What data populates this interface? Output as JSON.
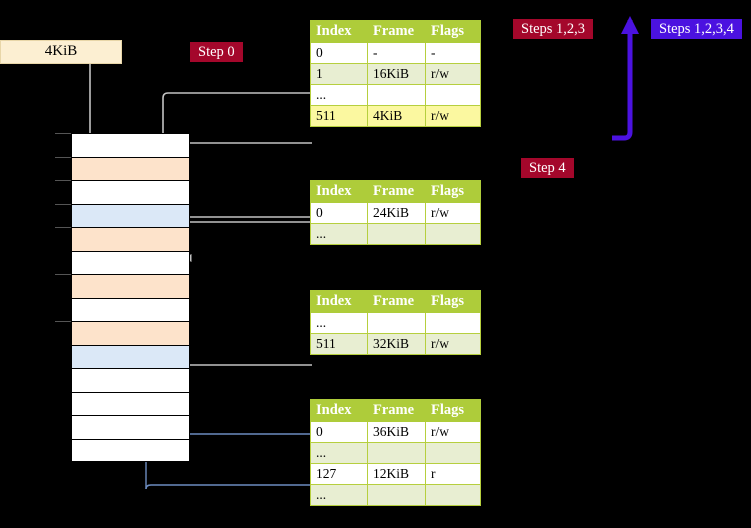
{
  "diagram": {
    "title_hidden": "",
    "size_box": {
      "label": "4KiB"
    },
    "badges": [
      {
        "name": "step-0",
        "label": "Step 0",
        "color": "#a4072b"
      },
      {
        "name": "steps-123",
        "label": "Steps 1,2,3",
        "color": "#a4072b"
      },
      {
        "name": "steps-1234",
        "label": "Steps 1,2,3,4",
        "color": "#4b12e0"
      },
      {
        "name": "step-4",
        "label": "Step 4",
        "color": "#a4072b"
      }
    ],
    "columns": [
      "Index",
      "Frame",
      "Flags"
    ],
    "tables": [
      {
        "name": "page-table-level-4",
        "rows": [
          {
            "index": "0",
            "frame": "-",
            "flags": "-",
            "style": "plain",
            "highlight": false
          },
          {
            "index": "1",
            "frame": "16KiB",
            "flags": "r/w",
            "style": "alt",
            "highlight": false
          },
          {
            "index": "...",
            "frame": "",
            "flags": "",
            "style": "plain",
            "highlight": false
          },
          {
            "index": "511",
            "frame": "4KiB",
            "flags": "r/w",
            "style": "alt",
            "highlight": true
          }
        ]
      },
      {
        "name": "page-table-level-3",
        "rows": [
          {
            "index": "0",
            "frame": "24KiB",
            "flags": "r/w",
            "style": "plain",
            "highlight": false
          },
          {
            "index": "...",
            "frame": "",
            "flags": "",
            "style": "alt",
            "highlight": false
          }
        ]
      },
      {
        "name": "page-table-level-2",
        "rows": [
          {
            "index": "...",
            "frame": "",
            "flags": "",
            "style": "plain",
            "highlight": false
          },
          {
            "index": "511",
            "frame": "32KiB",
            "flags": "r/w",
            "style": "alt",
            "highlight": false
          }
        ]
      },
      {
        "name": "page-table-level-1",
        "rows": [
          {
            "index": "0",
            "frame": "36KiB",
            "flags": "r/w",
            "style": "plain",
            "highlight": false
          },
          {
            "index": "...",
            "frame": "",
            "flags": "",
            "style": "alt",
            "highlight": false
          },
          {
            "index": "127",
            "frame": "12KiB",
            "flags": "r",
            "style": "plain",
            "highlight": false
          },
          {
            "index": "...",
            "frame": "",
            "flags": "",
            "style": "alt",
            "highlight": false
          }
        ]
      }
    ],
    "memory_rows": [
      {
        "fill": "white"
      },
      {
        "fill": "orange"
      },
      {
        "fill": "white"
      },
      {
        "fill": "blue"
      },
      {
        "fill": "orange"
      },
      {
        "fill": "white"
      },
      {
        "fill": "orange"
      },
      {
        "fill": "white"
      },
      {
        "fill": "orange"
      },
      {
        "fill": "blue"
      },
      {
        "fill": "white"
      },
      {
        "fill": "white"
      },
      {
        "fill": "white"
      },
      {
        "fill": "white"
      }
    ],
    "colors": {
      "table_header": "#aecc3a",
      "table_alt_row": "#e8eed2",
      "highlight": "#fbf8a0",
      "memory_orange": "#fde3cb",
      "memory_blue": "#dbe8f7",
      "size_box": "#fcefd2",
      "arrow_grey": "#b8b8b8",
      "arrow_blue": "#6c8cc0",
      "bracket_purple": "#4b12e0",
      "background": "#000000"
    }
  }
}
